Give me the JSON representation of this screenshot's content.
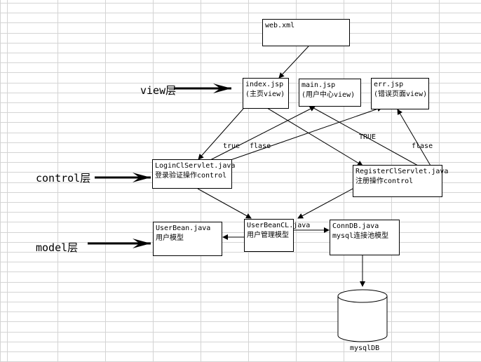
{
  "nodes": {
    "web_xml": {
      "line1": "web.xml",
      "line2": ""
    },
    "index_jsp": {
      "line1": "index.jsp",
      "line2": "(主页view)"
    },
    "main_jsp": {
      "line1": "main.jsp",
      "line2": "(用户中心view)"
    },
    "err_jsp": {
      "line1": "err.jsp",
      "line2": "(错误页面view)"
    },
    "login_servlet": {
      "line1": "LoginClServlet.java",
      "line2": "登录验证操作control"
    },
    "register_servlet": {
      "line1": "RegisterClServlet.java",
      "line2": "注册操作control"
    },
    "user_bean": {
      "line1": "UserBean.java",
      "line2": "用户模型"
    },
    "user_bean_cl": {
      "line1": "UserBeanCL.java",
      "line2": "用户管理模型"
    },
    "conn_db": {
      "line1": "ConnDB.java",
      "line2": "mysql连接池模型"
    }
  },
  "database": {
    "label": "mysqlDB"
  },
  "layers": {
    "view": "view层",
    "control": "control层",
    "model": "model层"
  },
  "edge_labels": {
    "login_true": "true",
    "login_false": "flase",
    "register_true": "TRUE",
    "register_false": "flase"
  }
}
